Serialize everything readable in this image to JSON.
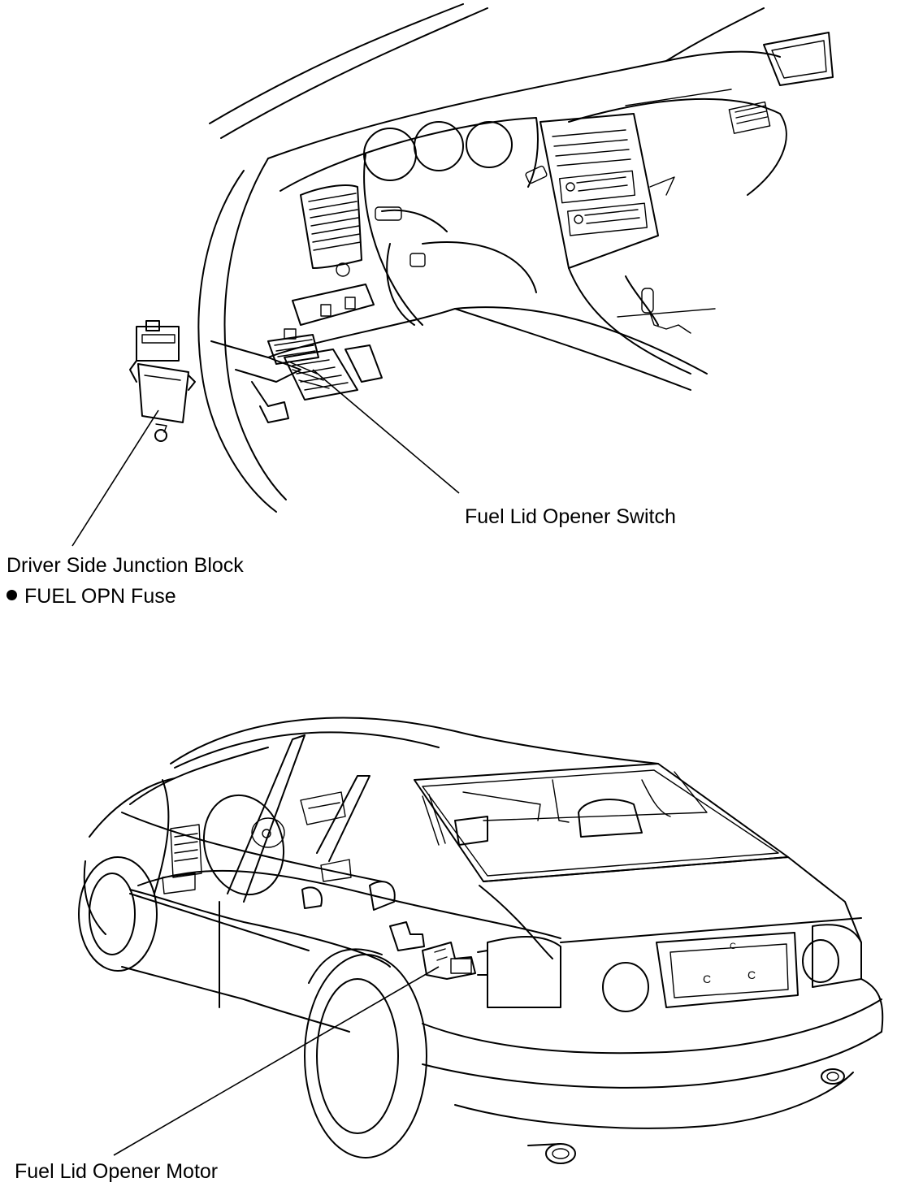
{
  "callouts": {
    "fuel_lid_opener_switch": "Fuel Lid Opener Switch",
    "driver_side_junction_block": "Driver Side Junction Block",
    "fuel_opn_fuse": "FUEL OPN Fuse",
    "fuel_lid_opener_motor": "Fuel Lid Opener Motor"
  }
}
